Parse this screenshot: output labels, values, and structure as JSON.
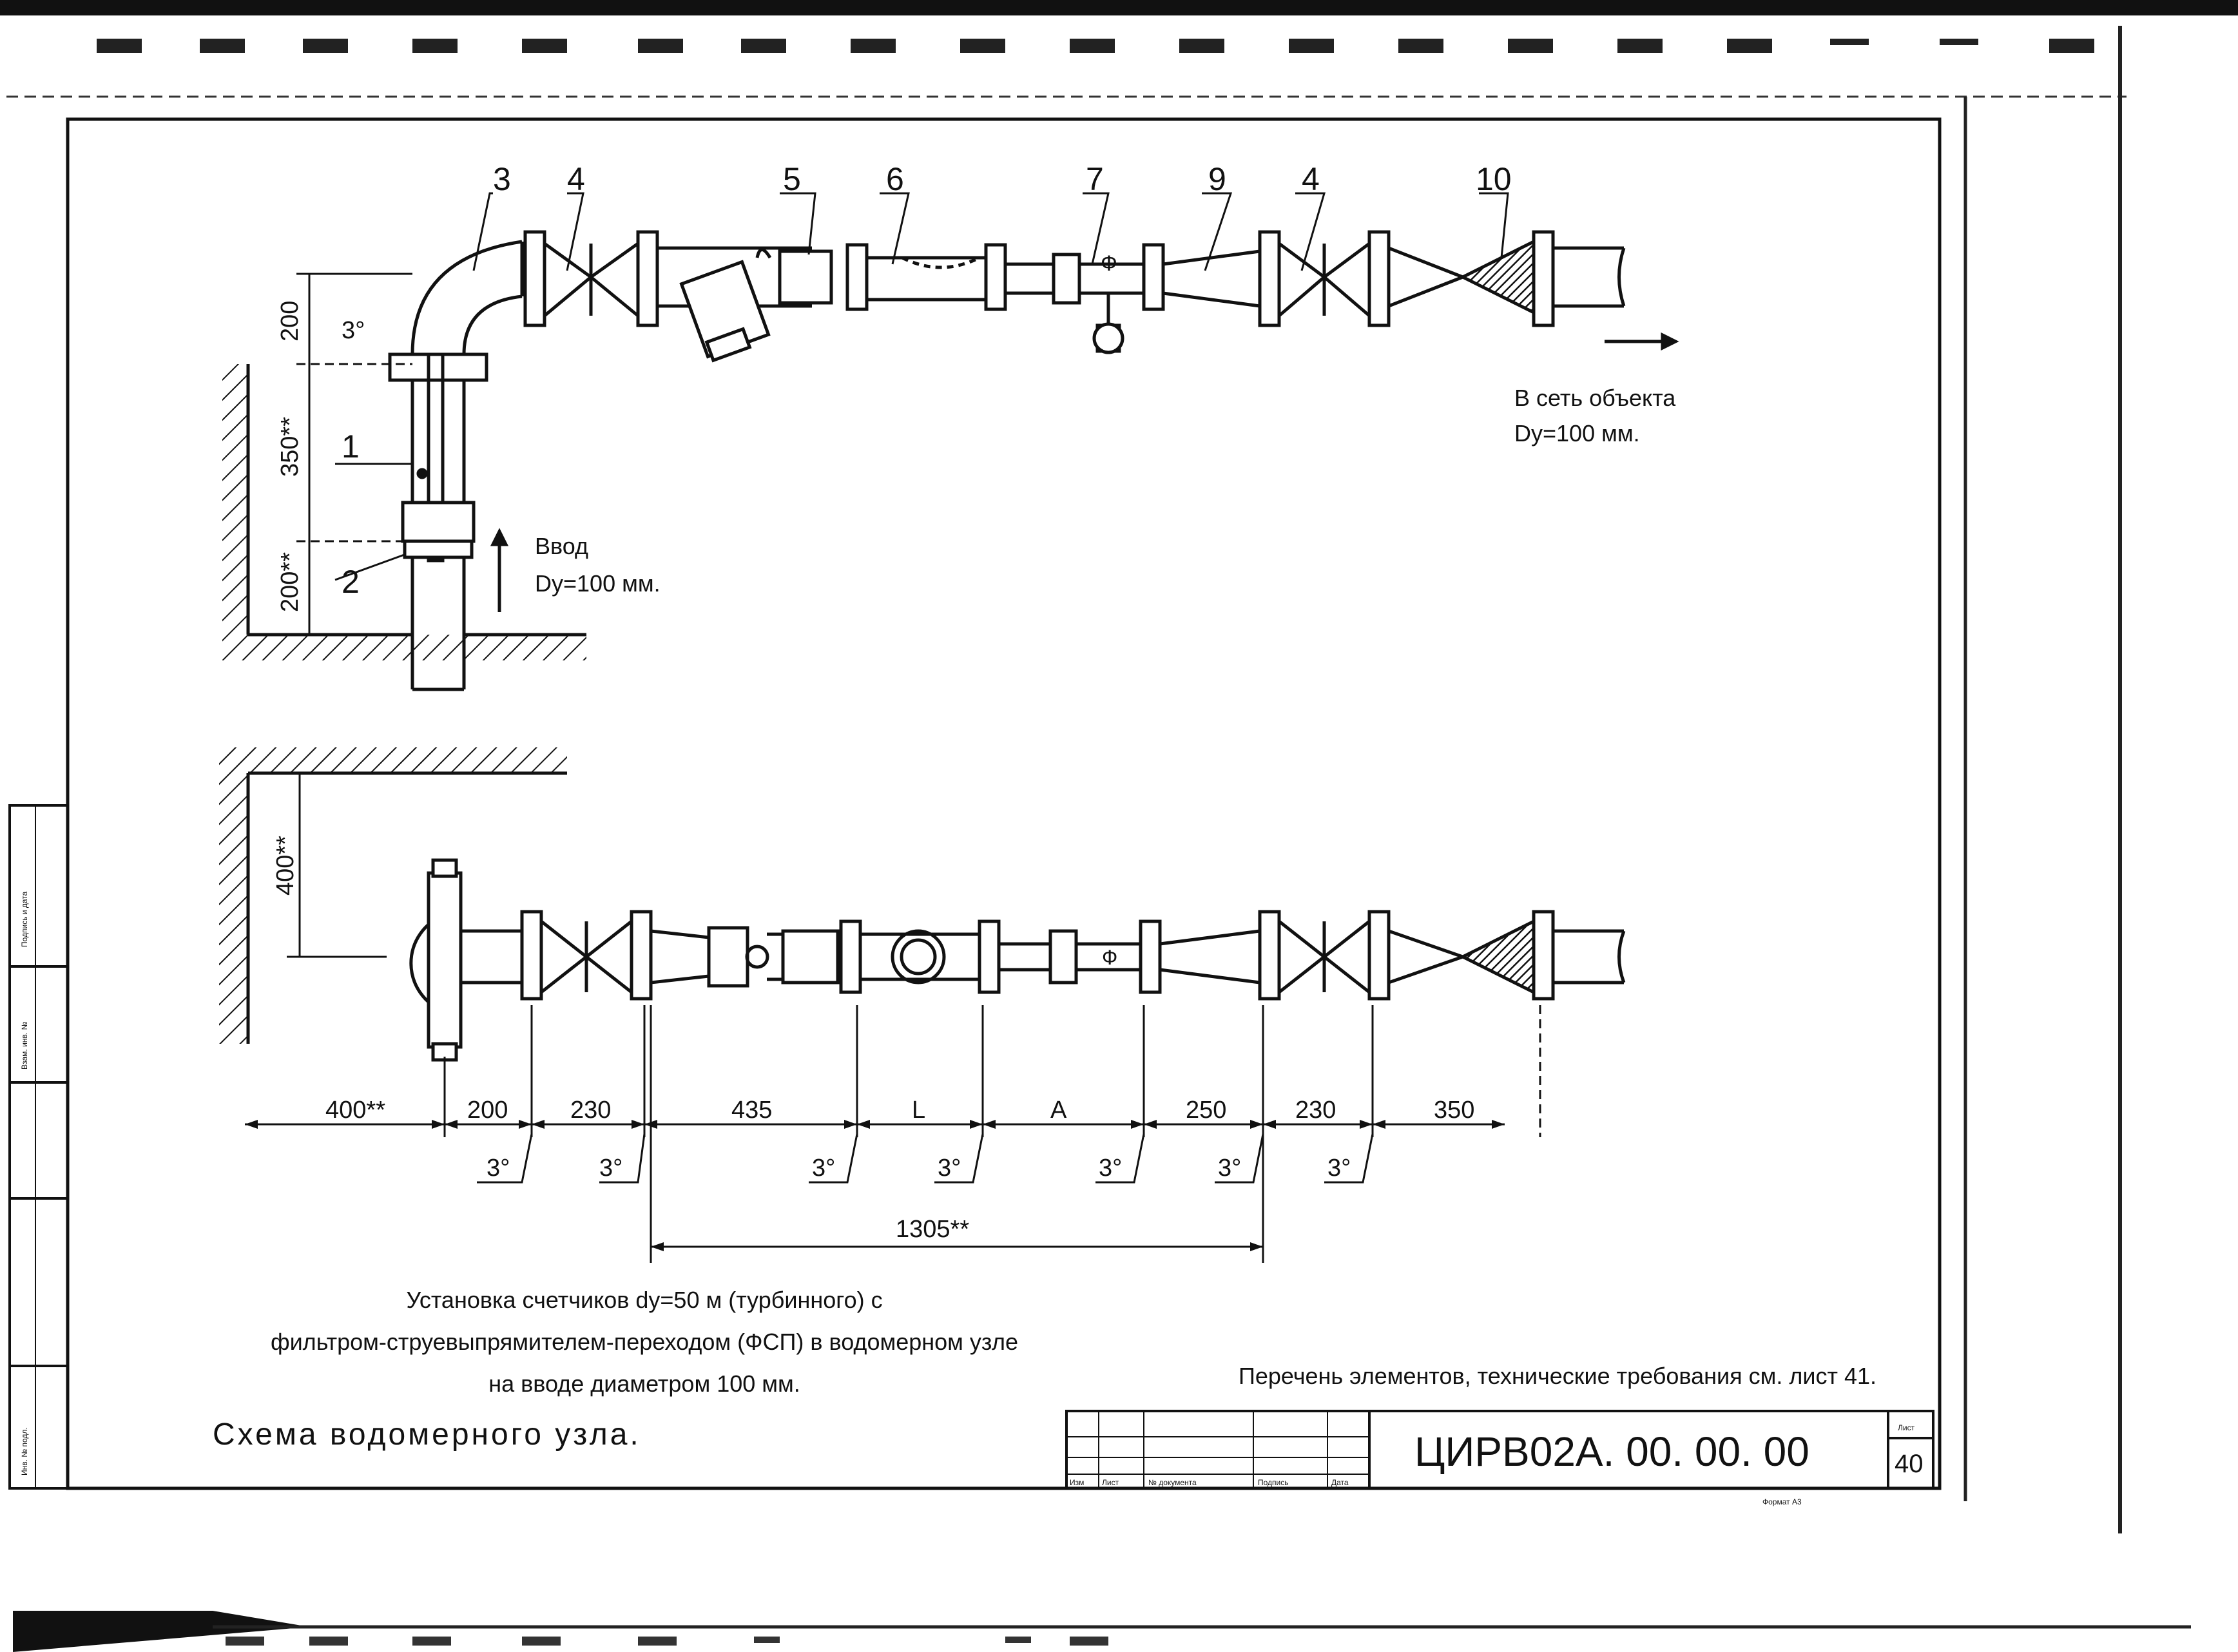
{
  "callouts": [
    "1",
    "2",
    "3",
    "4",
    "5",
    "6",
    "7",
    "9",
    "4",
    "10"
  ],
  "top_view": {
    "dims": [
      "200",
      "350**",
      "200**"
    ],
    "angle": "3°",
    "inlet_label": "Ввод",
    "inlet_size": "Dy=100 мм.",
    "outlet_label": "В сеть объекта",
    "outlet_size": "Dy=100 мм."
  },
  "bottom_view": {
    "vertical_dim": "400**",
    "dims": [
      "400**",
      "200",
      "230",
      "435",
      "L",
      "A",
      "250",
      "230",
      "350"
    ],
    "angles": [
      "3°",
      "3°",
      "3°",
      "3°",
      "3°",
      "3°",
      "3°"
    ],
    "total_dim": "1305**"
  },
  "caption": {
    "line1": "Установка счетчиков dy=50 м (турбинного) с",
    "line2": "фильтром-струевыпрямителем-переходом (ФСП) в водомерном узле",
    "line3": "на вводе диаметром 100 мм.",
    "title": "Схема водомерного узла."
  },
  "reference_note": "Перечень элементов, технические требования см. лист 41.",
  "title_block": {
    "doc_code": "ЦИРВ02А. 00. 00. 00",
    "sheet_label": "Лист",
    "sheet_number": "40",
    "columns": [
      "Изм",
      "Лист",
      "№ документа",
      "Подпись",
      "Дата"
    ],
    "format": "Формат А3"
  },
  "side_stamp": [
    "Подпись и дата",
    "Взам. инв. №",
    "Инв. № подл."
  ]
}
